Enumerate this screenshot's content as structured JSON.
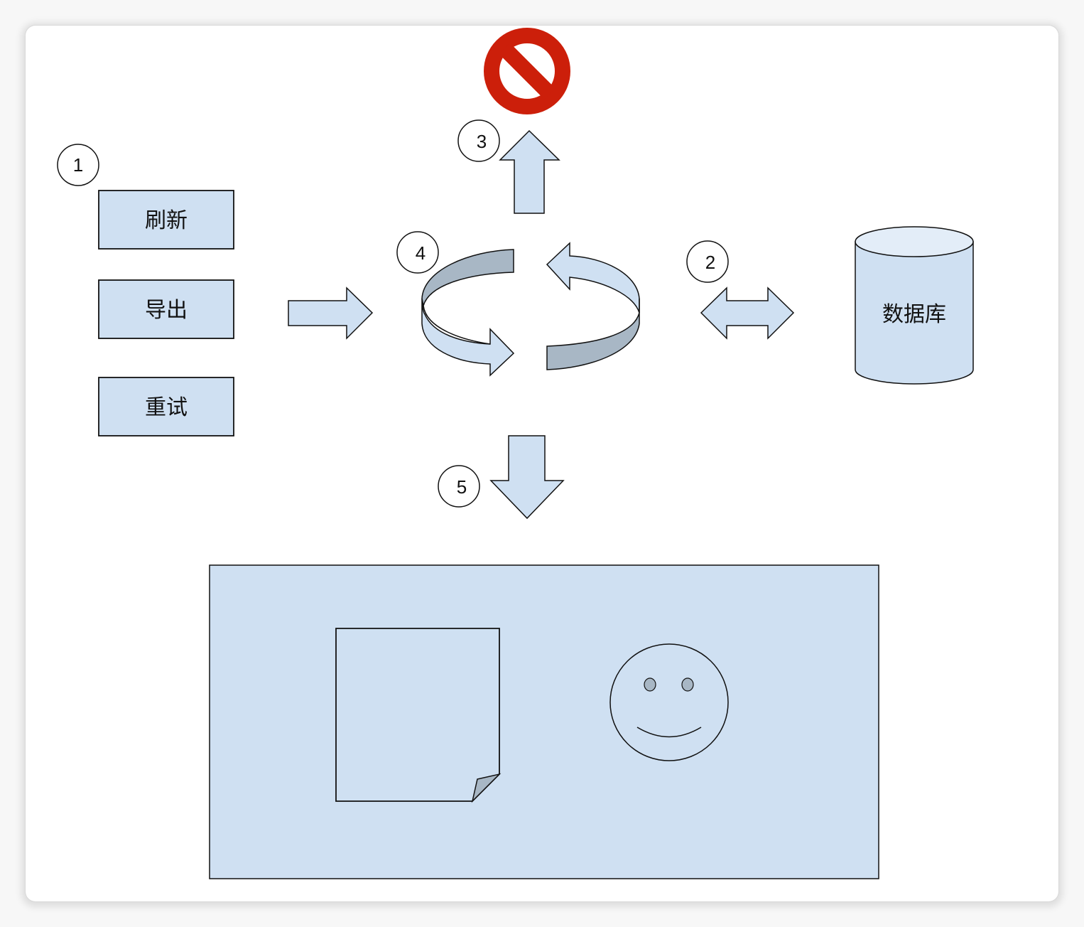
{
  "diagram": {
    "buttons": [
      {
        "label": "刷新"
      },
      {
        "label": "导出"
      },
      {
        "label": "重试"
      }
    ],
    "database": {
      "label": "数据库"
    },
    "step_markers": [
      "1",
      "2",
      "3",
      "4",
      "5"
    ],
    "icons": {
      "blocked": "no-entry-icon",
      "cycle": "cycle-arrows-icon",
      "document": "document-icon",
      "face": "smiley-face-icon"
    },
    "colors": {
      "shape_fill": "#cfe0f2",
      "shape_dark": "#a8b7c5",
      "stroke": "#111111",
      "blocked_red": "#cc1f0a",
      "db_top": "#e3edf8"
    }
  }
}
